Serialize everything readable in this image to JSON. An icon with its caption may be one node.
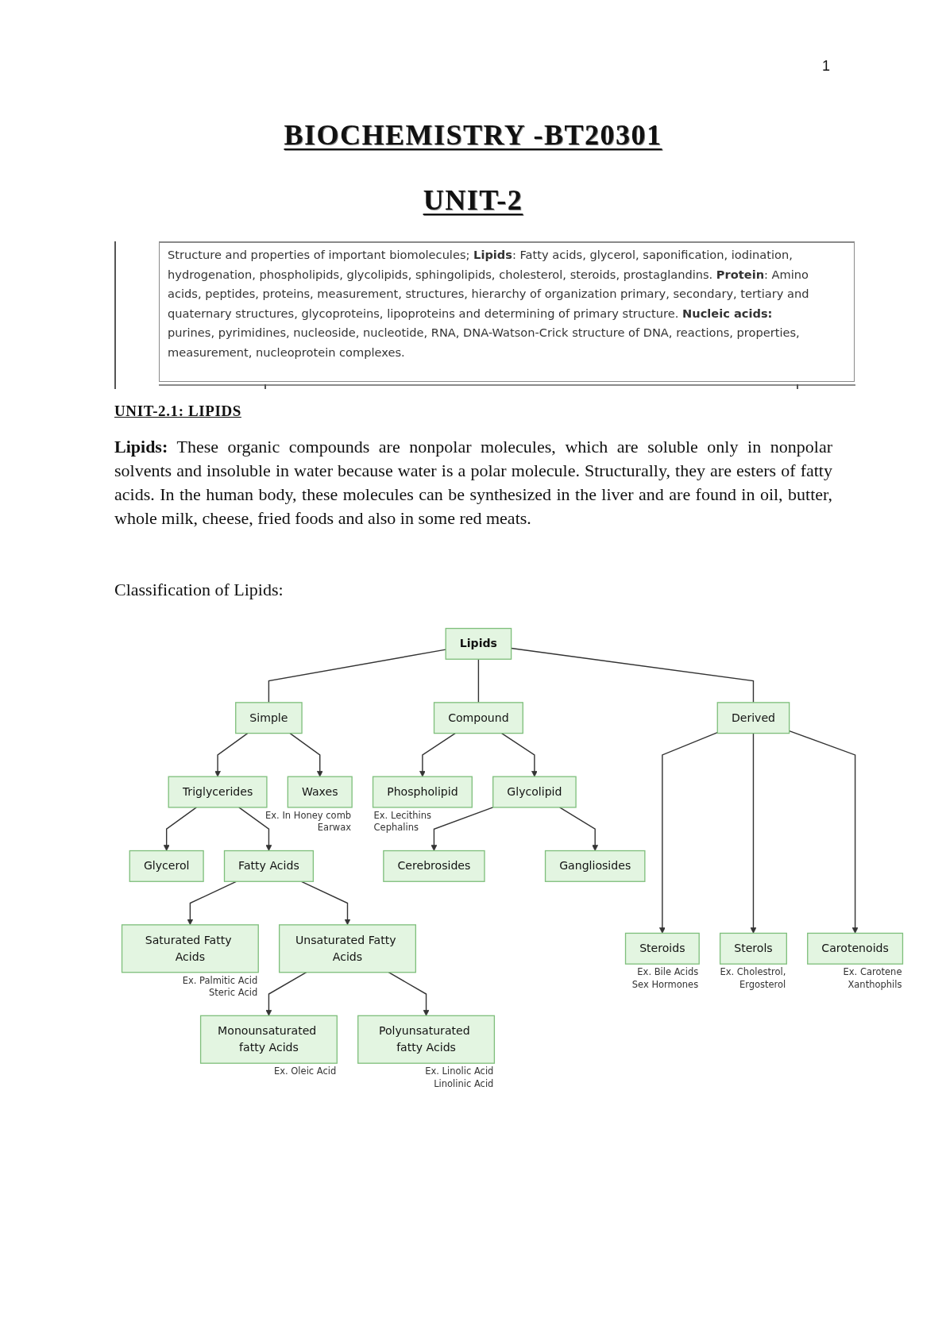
{
  "diagram": {
    "title": "BIOCHEMISTRY -BT20301",
    "nodes": [
      {
        "text": [
          "Lipids"
        ]
      },
      {
        "text": [
          "Simple"
        ]
      },
      {
        "text": [
          "Compound"
        ]
      },
      {
        "text": [
          "Derived"
        ]
      },
      {
        "text": [
          "Triglycerides"
        ]
      },
      {
        "text": [
          "Waxes"
        ],
        "beside": [
          "Ex. In Honey comb",
          "Earwax"
        ]
      },
      {
        "text": [
          "Phospholipid"
        ],
        "beside": [
          "Ex. Lecithins",
          "Cephalins"
        ]
      },
      {
        "text": [
          "Glycolipid"
        ]
      },
      {
        "text": [
          "Cerebrosides"
        ]
      },
      {
        "text": [
          "Gangliosides"
        ]
      },
      {
        "text": [
          "Glycerol"
        ]
      },
      {
        "text": [
          "Fatty Acids"
        ]
      },
      {
        "text": [
          "Saturated Fatty Acids"
        ],
        "beside": [
          "Ex. Palmitic Acid",
          "Steric Acid"
        ]
      },
      {
        "text": [
          "Unsaturated Fatty Acids"
        ]
      },
      {
        "text": [
          "Steroids"
        ],
        "beside": [
          "Ex. Bile Acids",
          "Sex Hormones"
        ]
      },
      {
        "text": [
          "Sterols"
        ],
        "beside": [
          "Ex. Cholestrol,",
          "Ergosterol"
        ]
      },
      {
        "text": [
          "Carotenoids"
        ],
        "beside": [
          "Ex. Carotene",
          "Xanthophils"
        ]
      },
      {
        "text": [
          "Monounsaturated fatty Acids"
        ],
        "beside": [
          "Ex. Oleic Acid"
        ]
      },
      {
        "text": [
          "Polyunsaturated fatty Acids"
        ],
        "beside": [
          "Ex. Linolic Acid",
          "Linolinic Acid"
        ]
      }
    ],
    "edges": [
      {
        "from": 0,
        "to": 1,
        "arrow": "none"
      },
      {
        "from": 0,
        "to": 2,
        "arrow": "none"
      },
      {
        "from": 0,
        "to": 3,
        "arrow": "none"
      },
      {
        "from": 1,
        "to": 4,
        "arrow": "to"
      },
      {
        "from": 1,
        "to": 5,
        "arrow": "to"
      },
      {
        "from": 2,
        "to": 6,
        "arrow": "to"
      },
      {
        "from": 2,
        "to": 7,
        "arrow": "to"
      },
      {
        "from": 4,
        "to": 10,
        "arrow": "to"
      },
      {
        "from": 4,
        "to": 11,
        "arrow": "to"
      },
      {
        "from": 7,
        "to": 8,
        "arrow": "to"
      },
      {
        "from": 7,
        "to": 9,
        "arrow": "to"
      },
      {
        "from": 11,
        "to": 12,
        "arrow": "to"
      },
      {
        "from": 11,
        "to": 13,
        "arrow": "to"
      },
      {
        "from": 13,
        "to": 17,
        "arrow": "to"
      },
      {
        "from": 13,
        "to": 18,
        "arrow": "to"
      },
      {
        "from": 3,
        "to": 14,
        "arrow": "to"
      },
      {
        "from": 3,
        "to": 15,
        "arrow": "to"
      },
      {
        "from": 3,
        "to": 16,
        "arrow": "to"
      }
    ],
    "labels": [
      "1",
      "UNIT-2",
      "Structure and properties of important biomolecules; **Lipids**: Fatty acids, glycerol, saponification, iodination, hydrogenation, phospholipids, glycolipids, sphingolipids, cholesterol, steroids, prostaglandins. **Protein**: Amino acids, peptides, proteins, measurement, structures, hierarchy of organization primary, secondary, tertiary and quaternary structures, glycoproteins, lipoproteins and determining of primary structure. **Nucleic acids:** purines, pyrimidines, nucleoside, nucleotide, RNA, DNA-Watson-Crick structure of DNA, reactions, properties, measurement, nucleoprotein complexes.",
      "UNIT-2.1: LIPIDS",
      "**Lipids:** These organic compounds are nonpolar molecules, which are soluble only in nonpolar solvents and insoluble in water because water is a polar molecule. Structurally, they are esters of fatty acids. In the human body, these molecules can be synthesized in the liver and are found in oil, butter, whole milk, cheese, fried foods and also in some red meats.",
      "Classification of Lipids:"
    ]
  }
}
